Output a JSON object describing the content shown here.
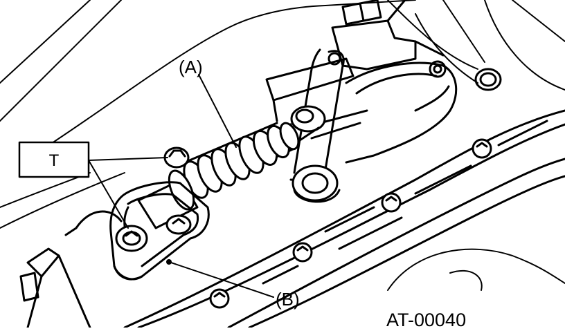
{
  "labels": {
    "a": "(A)",
    "b": "(B)",
    "t": "T",
    "figure_id": "AT-00040"
  },
  "colors": {
    "ink": "#000000",
    "paper": "#ffffff"
  }
}
